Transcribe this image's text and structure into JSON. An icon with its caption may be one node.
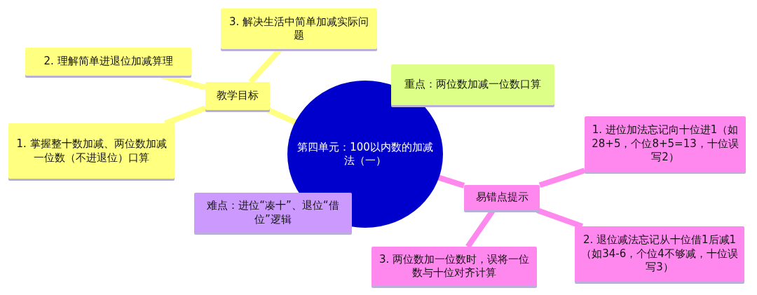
{
  "diagram": {
    "nodes": [
      {
        "text": [
          "第四单元：100以内数的加减法（一）"
        ]
      },
      {
        "text": [
          "教学目标"
        ]
      },
      {
        "text": [
          "1. 掌握整十数加减、两位数加减一位数（不进退位）口算"
        ]
      },
      {
        "text": [
          "2. 理解简单进退位加减算理"
        ]
      },
      {
        "text": [
          "3. 解决生活中简单加减实际问题"
        ]
      },
      {
        "text": [
          "重点：两位数加减一位数口算"
        ]
      },
      {
        "text": [
          "易错点提示"
        ]
      },
      {
        "text": [
          "1. 进位加法忘记向十位进1（如28+5，个位8+5=13，十位误写2）"
        ]
      },
      {
        "text": [
          "2. 退位减法忘记从十位借1后减1（如34-6，个位4不够减，十位误写3）"
        ]
      },
      {
        "text": [
          "3. 两位数加一位数时，误将一位数与十位对齐计算"
        ]
      },
      {
        "text": [
          "难点：进位“凑十”、退位“借位”逻辑"
        ]
      }
    ],
    "edges": [
      {
        "from": 0,
        "to": 1,
        "arrow": "none",
        "color": "#ffff80"
      },
      {
        "from": 1,
        "to": 2,
        "arrow": "none",
        "color": "#ffff80"
      },
      {
        "from": 1,
        "to": 3,
        "arrow": "none",
        "color": "#ffff80"
      },
      {
        "from": 1,
        "to": 4,
        "arrow": "none",
        "color": "#ffff80"
      },
      {
        "from": 0,
        "to": 6,
        "arrow": "none",
        "color": "#ff88ee"
      },
      {
        "from": 6,
        "to": 7,
        "arrow": "none",
        "color": "#ff88ee"
      },
      {
        "from": 6,
        "to": 8,
        "arrow": "none",
        "color": "#ff88ee"
      },
      {
        "from": 6,
        "to": 9,
        "arrow": "none",
        "color": "#ff88ee"
      }
    ]
  }
}
